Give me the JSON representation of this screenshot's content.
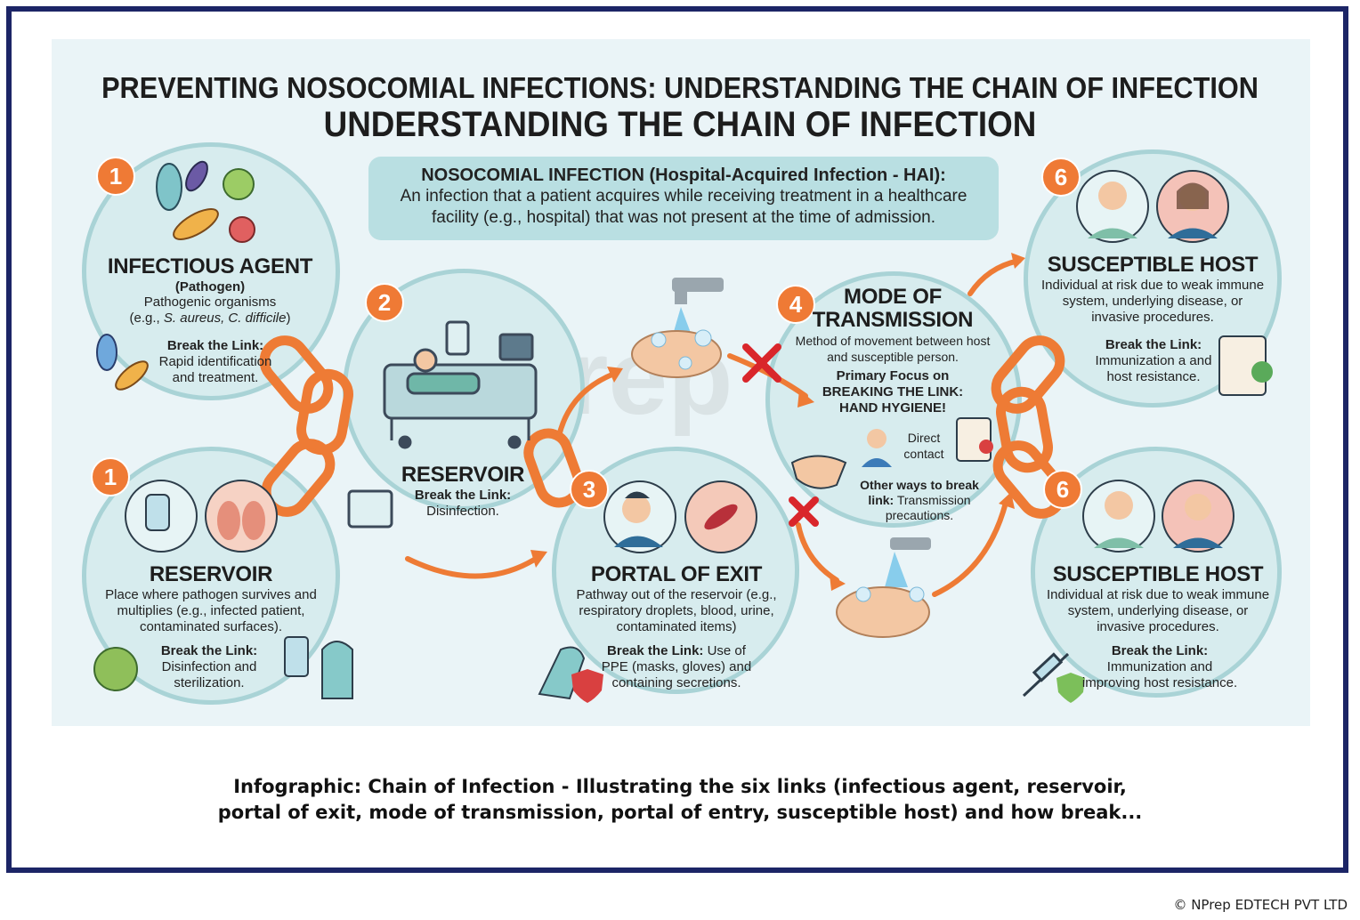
{
  "title": {
    "line1": "PREVENTING NOSOCOMIAL INFECTIONS: UNDERSTANDING THE CHAIN OF INFECTION",
    "line2": "UNDERSTANDING THE CHAIN OF INFECTION"
  },
  "definition": {
    "heading": "NOSOCOMIAL INFECTION (Hospital-Acquired Infection - HAI):",
    "text": "An infection that a patient acquires while receiving treatment in a healthcare facility (e.g., hospital) that was not present at the time of admission."
  },
  "watermark": "NPrep",
  "nodes": {
    "agent": {
      "number": "1",
      "title": "INFECTIOUS AGENT",
      "subtitle": "(Pathogen)",
      "desc_plain": "Pathogenic organisms",
      "desc_prefix": "(e.g., ",
      "desc_italic": "S. aureus, C. difficile",
      "desc_suffix": ")",
      "break_label": "Break the Link:",
      "break_text": "Rapid identification and treatment."
    },
    "reservoir_left": {
      "number": "1",
      "title": "RESERVOIR",
      "desc": "Place where pathogen survives and multiplies (e.g., infected patient, contaminated surfaces).",
      "break_label": "Break the Link:",
      "break_text": "Disinfection and sterilization."
    },
    "reservoir_mid": {
      "number": "2",
      "title": "RESERVOIR",
      "break_label": "Break the Link:",
      "break_text": "Disinfection."
    },
    "exit": {
      "number": "3",
      "title": "PORTAL OF EXIT",
      "desc": "Pathway out of the reservoir (e.g., respiratory droplets, blood, urine, contaminated items)",
      "break_label": "Break the Link:",
      "break_text": "Use of PPE (masks, gloves) and containing secretions."
    },
    "transmission": {
      "number": "4",
      "title_line1": "MODE OF",
      "title_line2": "TRANSMISSION",
      "desc": "Method of movement between host and susceptible person.",
      "focus_line1": "Primary Focus on",
      "focus_line2": "BREAKING THE LINK:",
      "focus_line3": "HAND HYGIENE!",
      "direct_contact": "Direct contact",
      "other_label": "Other ways to break link:",
      "other_text": "Transmission precautions."
    },
    "host_top": {
      "number": "6",
      "title": "SUSCEPTIBLE HOST",
      "desc": "Individual at risk due to weak immune system, underlying disease, or invasive procedures.",
      "break_label": "Break the Link:",
      "break_text": "Immunization a and host resistance."
    },
    "host_bottom": {
      "number": "6",
      "title": "SUSCEPTIBLE HOST",
      "desc": "Individual at risk due to weak immune system, underlying disease, or invasive procedures.",
      "break_label": "Break the Link:",
      "break_text": "Immunization and improving host resistance."
    }
  },
  "caption": {
    "line1": "Infographic: Chain of Infection - Illustrating the six links (infectious agent, reservoir,",
    "line2": "portal of exit, mode of transmission, portal of entry, susceptible host) and how break..."
  },
  "copyright": "© NPrep EDTECH PVT LTD",
  "colors": {
    "frame": "#1c2566",
    "panel": "#eaf4f7",
    "circle_fill": "#d7ecee",
    "circle_border": "#a9d3d6",
    "accent_orange": "#ef7a35",
    "def_box": "#b9dfe2",
    "cross_red": "#d9262b"
  },
  "icons": [
    "bacteria-icon",
    "hospital-bed-icon",
    "handwashing-icon",
    "coughing-person-icon",
    "wound-icon",
    "handshake-icon",
    "nurse-icon",
    "chart-icon",
    "elderly-man-icon",
    "woman-icon",
    "iv-bag-icon",
    "lungs-icon",
    "glove-icon",
    "syringe-icon",
    "shield-icon",
    "clipboard-icon",
    "chain-link-icon",
    "cross-icon",
    "arrow-icon"
  ]
}
